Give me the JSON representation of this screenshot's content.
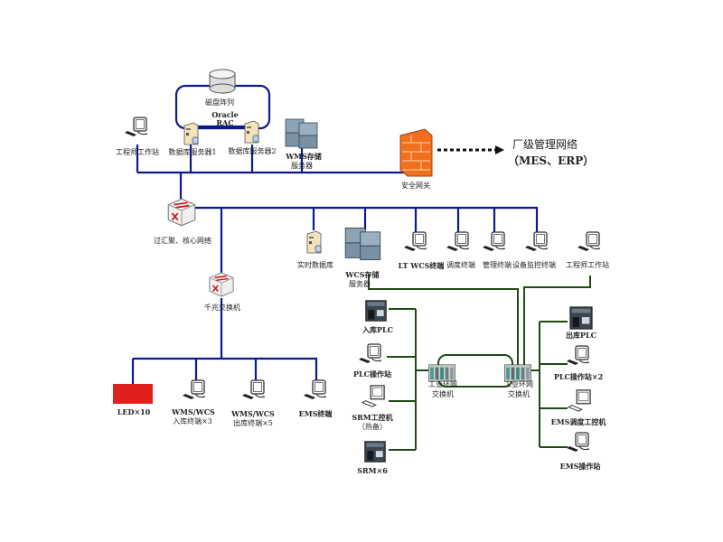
{
  "colors": {
    "network_blue": "#0b1a8c",
    "field_green": "#1f4a14",
    "led_red": "#e0201a",
    "firewall_orange": "#f07020"
  },
  "top": {
    "disk_array": "磁盘阵列",
    "oracle_rac_line1": "Oracle",
    "oracle_rac_line2": "RAC",
    "db_server1": "数据库服务器1",
    "db_server2": "数据库服务器2",
    "engineer_station": "工程师工作站",
    "wms_storage_line1": "WMS存储",
    "wms_storage_line2": "服务器",
    "gateway": "安全网关",
    "plant_network_line1": "厂级管理网络",
    "plant_network_line2": "（MES、ERP）"
  },
  "core": {
    "core_switch": "过汇聚、核心网络",
    "realtime_db": "实时数据库",
    "wcs_storage_line1": "WCS存储",
    "wcs_storage_line2": "服务器",
    "terminals": [
      "LT WCS终端",
      "调度终端",
      "管理终端",
      "设备监控终端"
    ],
    "engineer_station": "工程师工作站"
  },
  "gigabit": {
    "switch": "千兆交换机",
    "led": "LED×10",
    "inbound_line1": "WMS/WCS",
    "inbound_line2": "入库终端×3",
    "outbound_line1": "WMS/WCS",
    "outbound_line2": "出库终端×5",
    "ems_terminal": "EMS终端"
  },
  "field": {
    "ring_switch_line1": "工业环网",
    "ring_switch_line2": "交换机",
    "left": {
      "inbound_plc": "入库PLC",
      "plc_station": "PLC操作站",
      "srm_ipc_line1": "SRM工控机",
      "srm_ipc_line2": "（热备）",
      "srm": "SRM×6"
    },
    "right": {
      "outbound_plc": "出库PLC",
      "plc_station": "PLC操作站×2",
      "ems_ipc": "EMS调度工控机",
      "ems_station": "EMS操作站"
    }
  }
}
